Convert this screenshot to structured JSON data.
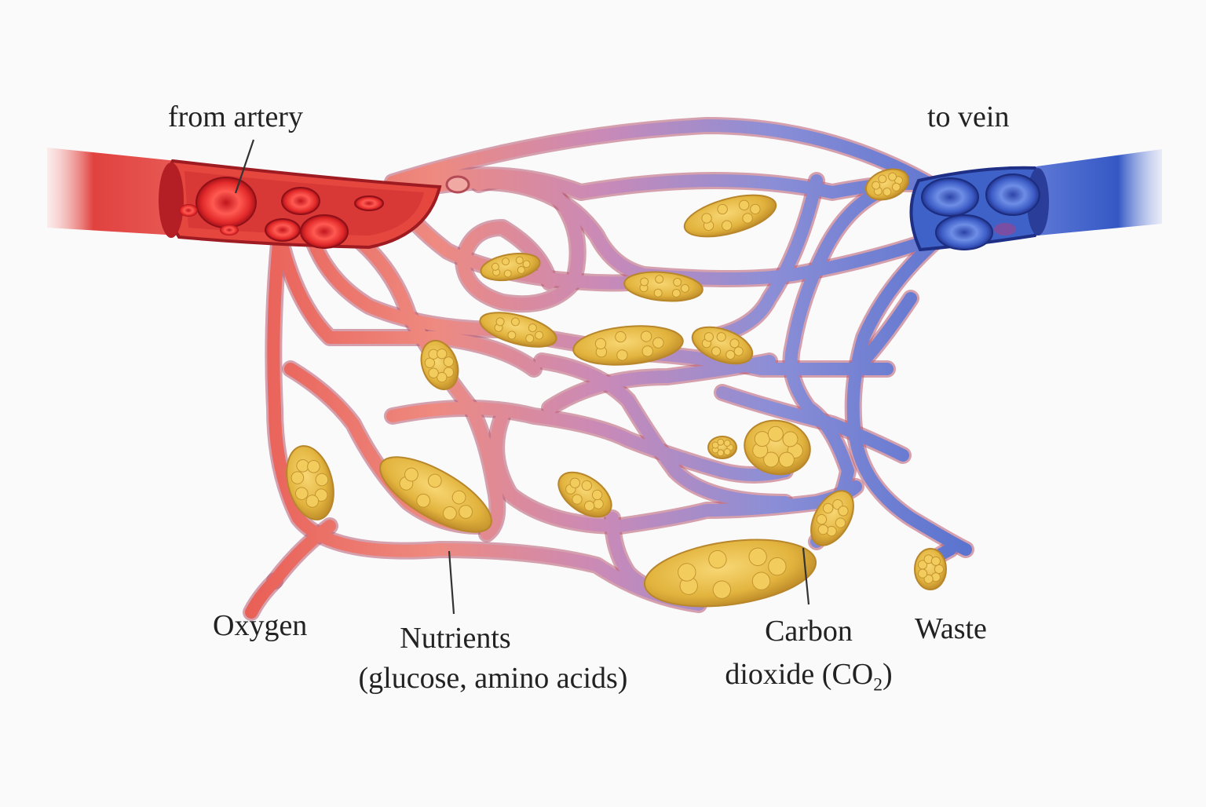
{
  "labels": {
    "from_artery": "from artery",
    "to_vein": "to vein",
    "oxygen": "Oxygen",
    "nutrients_line1": "Nutrients",
    "nutrients_line2": "(glucose, amino acids)",
    "carbon_line1": "Carbon",
    "carbon_line2_prefix": "dioxide (CO",
    "carbon_line2_sub": "2",
    "carbon_line2_suffix": ")",
    "waste": "Waste"
  },
  "colors": {
    "arterial": "#e0423f",
    "arterial_light": "#ef7c74",
    "venous": "#3f5fc8",
    "venous_light": "#7d8fdc",
    "transition": "#b783c4",
    "tissue_cells": "#e5b840",
    "leader_line": "#333333"
  }
}
